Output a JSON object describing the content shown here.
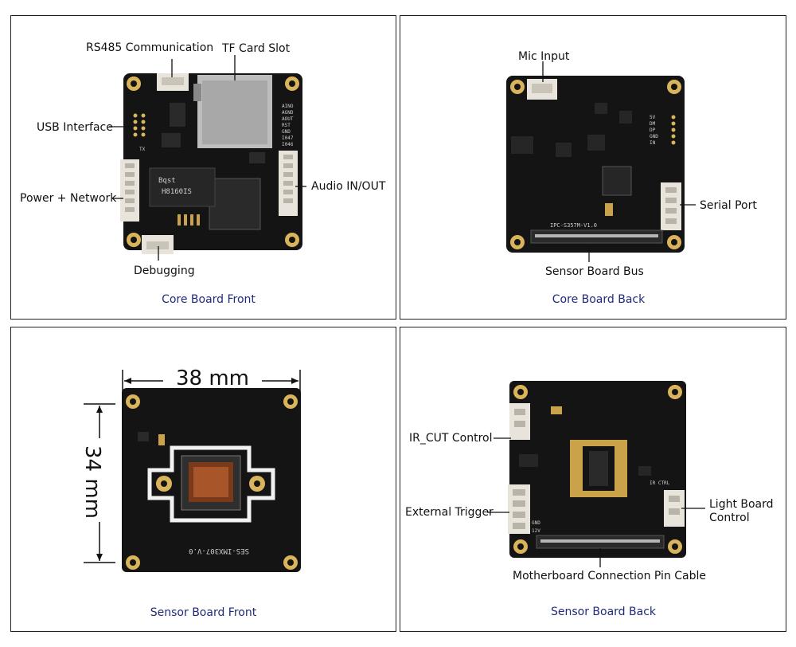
{
  "panels": {
    "core_front": {
      "caption": "Core Board Front",
      "labels": {
        "rs485": "RS485 Communication",
        "tf_card": "TF Card Slot",
        "usb": "USB Interface",
        "power_network": "Power + Network",
        "audio": "Audio IN/OUT",
        "debugging": "Debugging"
      },
      "silk": {
        "chip": "H8160IS",
        "logo": "Bqst",
        "pins": [
          "AINO",
          "AGND",
          "AOUT",
          "RST",
          "GND",
          "I047",
          "I046"
        ],
        "tx": "TX"
      }
    },
    "core_back": {
      "caption": "Core Board Back",
      "labels": {
        "mic": "Mic Input",
        "serial": "Serial Port",
        "sensor_bus": "Sensor Board Bus"
      },
      "silk": {
        "model": "IPC-S357M-V1.0",
        "pins": [
          "5V",
          "DM",
          "DP",
          "GND",
          "IN"
        ]
      }
    },
    "sensor_front": {
      "caption": "Sensor Board Front",
      "width_dim": "38 mm",
      "height_dim": "34 mm",
      "silk": "SES-IMX307-V.0"
    },
    "sensor_back": {
      "caption": "Sensor Board Back",
      "labels": {
        "ircut": "IR_CUT Control",
        "trigger": "External Trigger",
        "light1": "Light Board",
        "light2": "Control",
        "motherboard": "Motherboard Connection Pin Cable"
      },
      "silk": {
        "ir_ctrl": "IR CTRL",
        "gnd": "GND",
        "v12": "12V"
      }
    }
  },
  "colors": {
    "pcb": "#141414",
    "gold": "#d9b45a",
    "connector": "#e8e4dc",
    "caption": "#1f2a7a"
  }
}
